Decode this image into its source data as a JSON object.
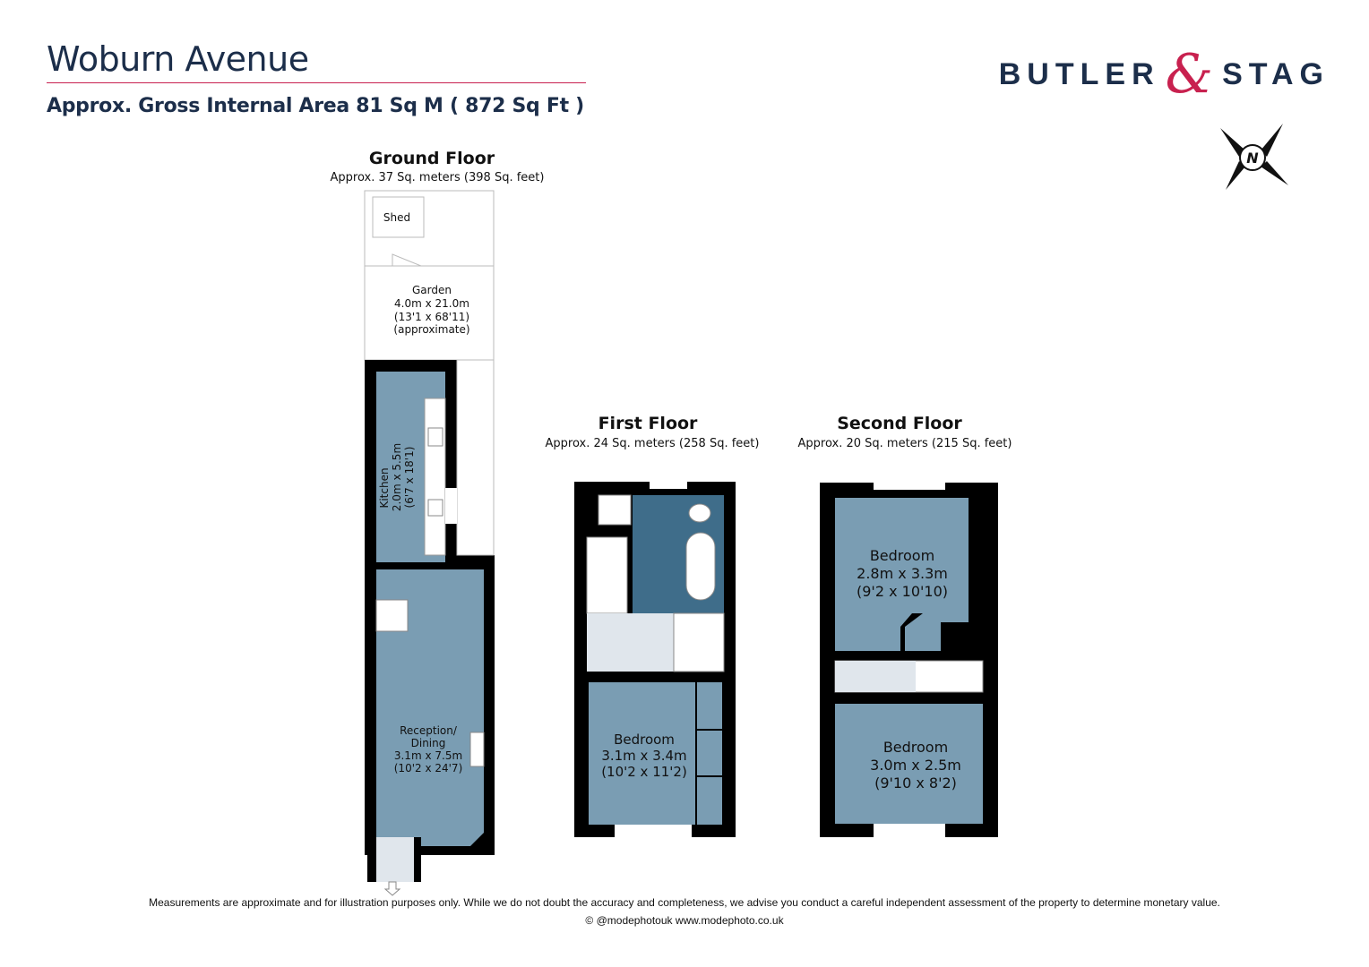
{
  "header": {
    "title": "Woburn Avenue",
    "subtitle": "Approx. Gross Internal Area 81 Sq M ( 872 Sq Ft )"
  },
  "logo": {
    "left": "BUTLER",
    "ampersand": "&",
    "right": "STAG"
  },
  "compass": {
    "label": "N"
  },
  "colors": {
    "brand_navy": "#1c2e4a",
    "brand_pink": "#c8214f",
    "room": "#7a9db3",
    "bathroom": "#3f6d8a"
  },
  "ground_floor": {
    "title": "Ground Floor",
    "area": "Approx. 37 Sq. meters (398 Sq. feet)",
    "shed": "Shed",
    "garden": [
      "Garden",
      "4.0m x 21.0m",
      "(13'1 x 68'11)",
      "(approximate)"
    ],
    "kitchen": [
      "Kitchen",
      "2.0m x 5.5m",
      "(6'7 x 18'1)"
    ],
    "reception": [
      "Reception/",
      "Dining",
      "3.1m x 7.5m",
      "(10'2 x 24'7)"
    ]
  },
  "first_floor": {
    "title": "First Floor",
    "area": "Approx. 24 Sq. meters (258 Sq. feet)",
    "bedroom": [
      "Bedroom",
      "3.1m x 3.4m",
      "(10'2 x 11'2)"
    ]
  },
  "second_floor": {
    "title": "Second Floor",
    "area": "Approx. 20 Sq. meters (215 Sq. feet)",
    "bedroom1": [
      "Bedroom",
      "2.8m x 3.3m",
      "(9'2 x 10'10)"
    ],
    "bedroom2": [
      "Bedroom",
      "3.0m x 2.5m",
      "(9'10 x 8'2)"
    ]
  },
  "footer": {
    "disclaimer": "Measurements are approximate and for illustration purposes only.  While we do not doubt the accuracy and completeness, we advise you conduct a careful independent assessment of the property to determine monetary value.",
    "credit": "© @modephotouk www.modephoto.co.uk"
  }
}
